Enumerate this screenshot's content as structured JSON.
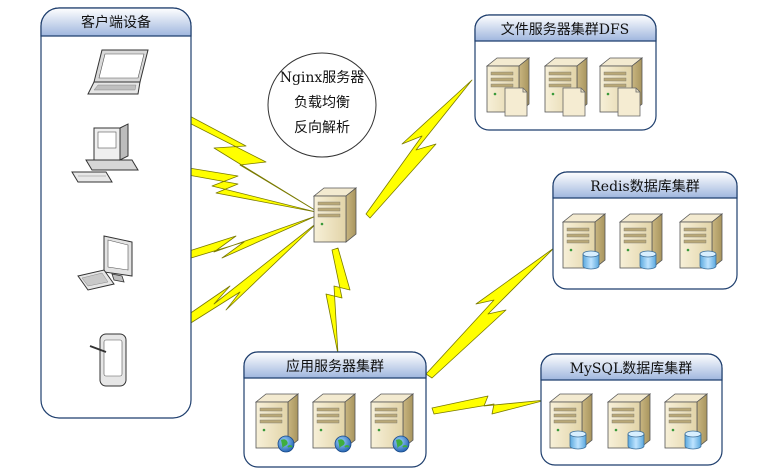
{
  "bubble": {
    "line1": "Nginx服务器",
    "line2": "负载均衡",
    "line3": "反向解析"
  },
  "groups": {
    "client": {
      "title": "客户端设备"
    },
    "dfs": {
      "title": "文件服务器集群DFS"
    },
    "redis": {
      "title": "Redis数据库集群"
    },
    "app": {
      "title": "应用服务器集群"
    },
    "mysql": {
      "title": "MySQL数据库集群"
    }
  },
  "colors": {
    "group_fill": "#ffffff",
    "group_stroke": "#1f3f6e",
    "header_top": "#ffffff",
    "header_bottom": "#9fb6de",
    "lightning": "#ffff00",
    "lightning_stroke": "#8a8a00",
    "server_body": "#efe6c8",
    "server_side": "#d7c79a",
    "db_cylinder": "#7fc3f0",
    "globe": "#2a7fd6"
  },
  "icons": [
    "laptop-icon",
    "desktop-pc-icon",
    "monitor-keyboard-icon",
    "tablet-icon",
    "server-icon",
    "database-server-icon",
    "web-server-icon",
    "lightning-link"
  ]
}
